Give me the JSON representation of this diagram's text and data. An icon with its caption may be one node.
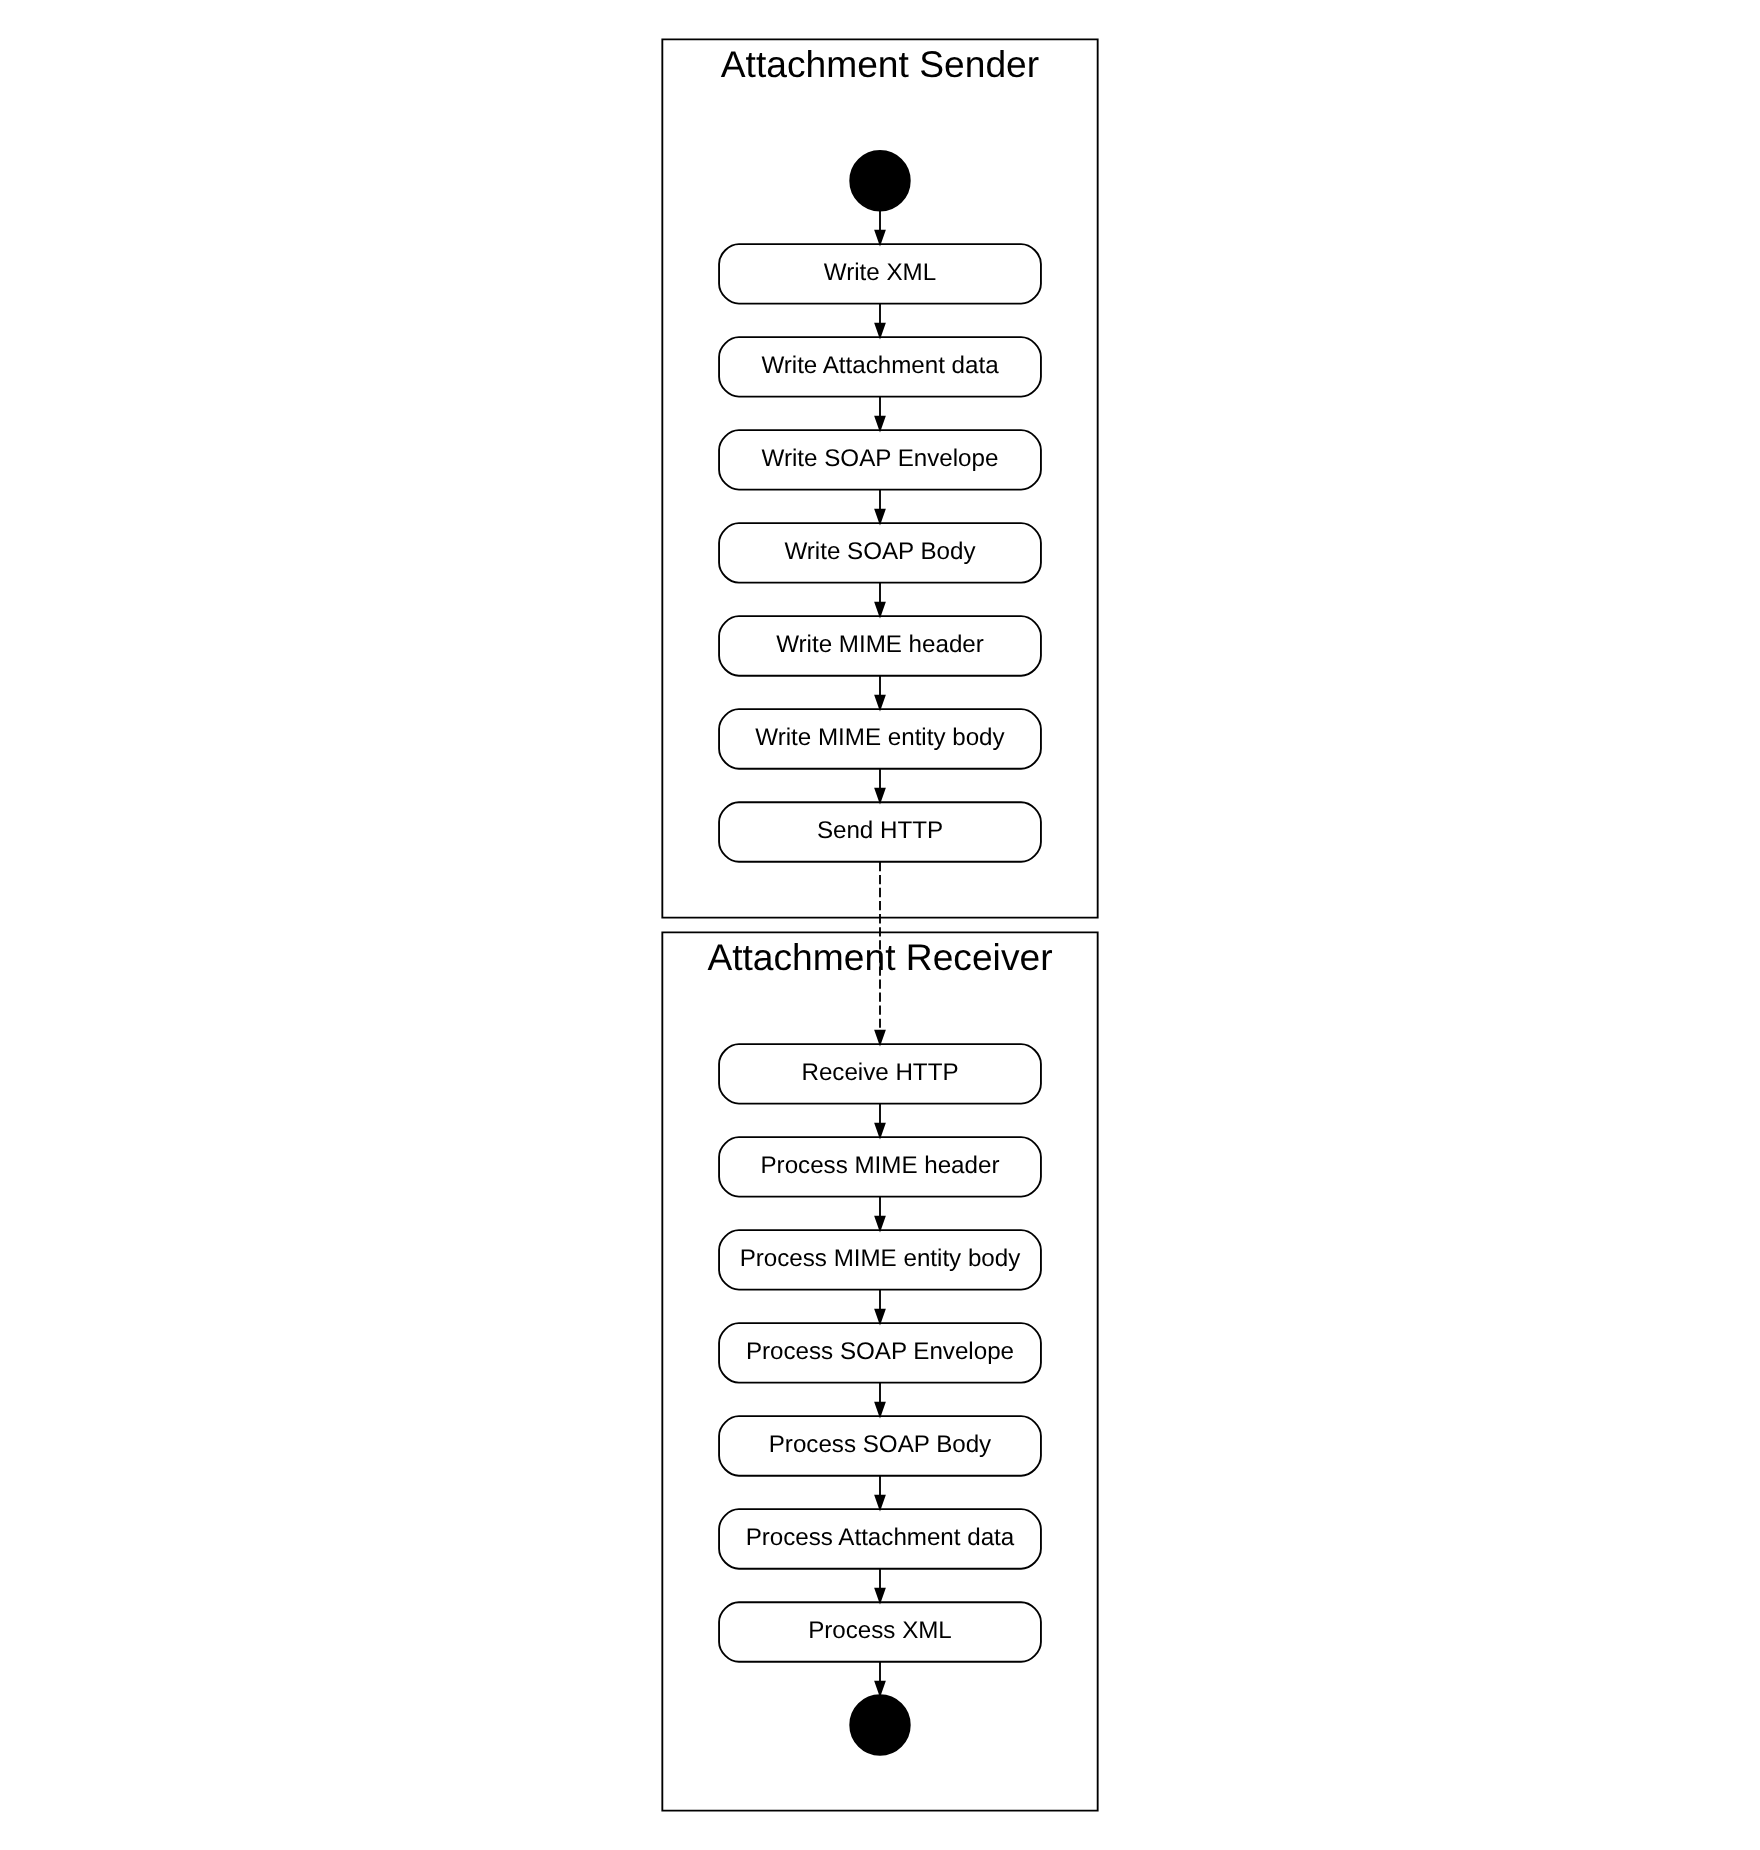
{
  "diagram": {
    "nodes": [
      {
        "text": [
          "Attachment Sender"
        ]
      },
      {
        "text": [],
        "shape": "circle",
        "in": 0
      },
      {
        "text": [
          "Write XML"
        ],
        "in": 0
      },
      {
        "text": [
          "Write Attachment data"
        ],
        "in": 0
      },
      {
        "text": [
          "Write SOAP Envelope"
        ],
        "in": 0
      },
      {
        "text": [
          "Write SOAP Body"
        ],
        "in": 0
      },
      {
        "text": [
          "Write MIME header"
        ],
        "in": 0
      },
      {
        "text": [
          "Write MIME entity body"
        ],
        "in": 0
      },
      {
        "text": [
          "Send HTTP"
        ],
        "in": 0
      },
      {
        "text": [
          "Attachment Receiver"
        ]
      },
      {
        "text": [
          "Receive HTTP"
        ],
        "in": 9
      },
      {
        "text": [
          "Process MIME header"
        ],
        "in": 9
      },
      {
        "text": [
          "Process MIME entity body"
        ],
        "in": 9
      },
      {
        "text": [
          "Process SOAP Envelope"
        ],
        "in": 9
      },
      {
        "text": [
          "Process SOAP Body"
        ],
        "in": 9
      },
      {
        "text": [
          "Process Attachment data"
        ],
        "in": 9
      },
      {
        "text": [
          "Process XML"
        ],
        "in": 9
      },
      {
        "text": [],
        "shape": "circle",
        "in": 9
      }
    ],
    "edges": [
      {
        "from": 1,
        "to": 2,
        "arrow": "to"
      },
      {
        "from": 2,
        "to": 3,
        "arrow": "to"
      },
      {
        "from": 3,
        "to": 4,
        "arrow": "to"
      },
      {
        "from": 4,
        "to": 5,
        "arrow": "to"
      },
      {
        "from": 5,
        "to": 6,
        "arrow": "to"
      },
      {
        "from": 6,
        "to": 7,
        "arrow": "to"
      },
      {
        "from": 7,
        "to": 8,
        "arrow": "to"
      },
      {
        "from": 8,
        "to": 10,
        "arrow": "to",
        "style": "dashed"
      },
      {
        "from": 10,
        "to": 11,
        "arrow": "to"
      },
      {
        "from": 11,
        "to": 12,
        "arrow": "to"
      },
      {
        "from": 12,
        "to": 13,
        "arrow": "to"
      },
      {
        "from": 13,
        "to": 14,
        "arrow": "to"
      },
      {
        "from": 14,
        "to": 15,
        "arrow": "to"
      },
      {
        "from": 15,
        "to": 16,
        "arrow": "to"
      },
      {
        "from": 16,
        "to": 17,
        "arrow": "to"
      }
    ]
  }
}
